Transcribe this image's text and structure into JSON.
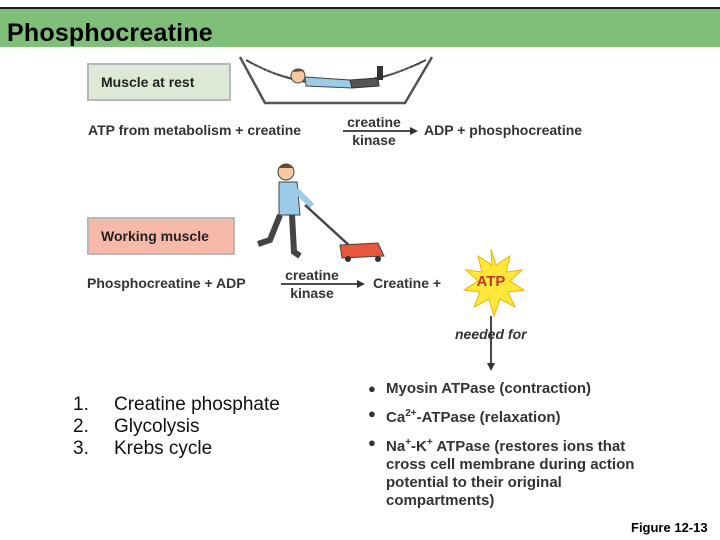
{
  "title": "Phosphocreatine",
  "rest": {
    "label": "Muscle at rest",
    "reaction_left": "ATP from metabolism + creatine",
    "enzyme_top": "creatine",
    "enzyme_bottom": "kinase",
    "reaction_right": "ADP + phosphocreatine"
  },
  "work": {
    "label": "Working muscle",
    "reaction_left": "Phosphocreatine + ADP",
    "enzyme_top": "creatine",
    "enzyme_bottom": "kinase",
    "reaction_right": "Creatine +",
    "atp": "ATP"
  },
  "needed_for": "needed for",
  "uses": {
    "u1": "Myosin ATPase (contraction)",
    "u2_pre": "Ca",
    "u2_sup": "2+",
    "u2_post": "-ATPase (relaxation)",
    "u3_a": "Na",
    "u3_sup1": "+",
    "u3_b": "-K",
    "u3_sup2": "+",
    "u3_c": " ATPase (restores ions that cross cell membrane during action potential to their original compartments)"
  },
  "list": [
    {
      "num": "1.",
      "text": "Creatine phosphate"
    },
    {
      "num": "2.",
      "text": "Glycolysis"
    },
    {
      "num": "3.",
      "text": "Krebs cycle"
    }
  ],
  "figure_label": "Figure 12-13",
  "colors": {
    "title_bar": "#80bf7a",
    "rest_box": "#dde9d6",
    "work_box": "#f6b8a8",
    "atp_star": "#ffe83a",
    "atp_text": "#c0392b"
  }
}
